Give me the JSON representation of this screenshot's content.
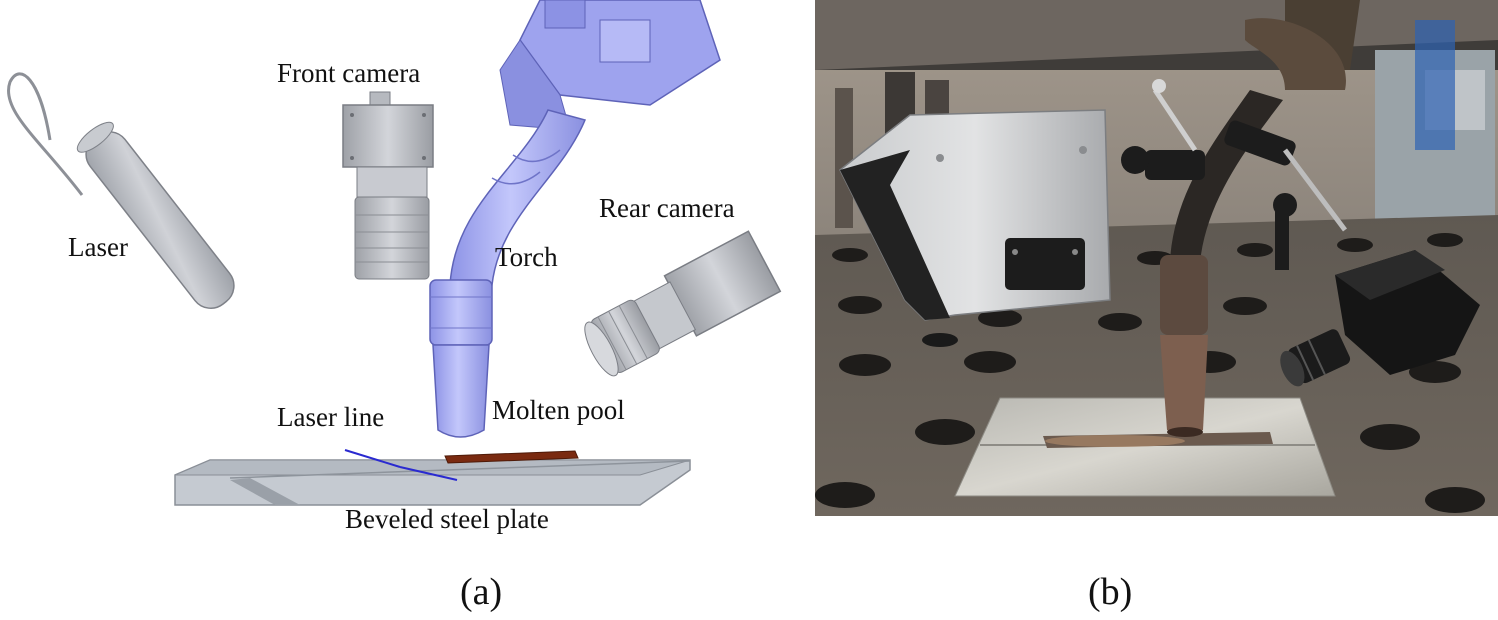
{
  "panel_a": {
    "caption": "(a)",
    "labels": {
      "front_camera": "Front camera",
      "laser": "Laser",
      "torch": "Torch",
      "rear_camera": "Rear camera",
      "laser_line": "Laser line",
      "molten_pool": "Molten pool",
      "plate": "Beveled steel plate"
    }
  },
  "panel_b": {
    "caption": "(b)"
  },
  "colors": {
    "torch": "#a9aef0",
    "camera": "#b9bcc2",
    "plate": "#b4bac2",
    "laser_line": "#2a2ad0",
    "molten_pool": "#7a2a10"
  }
}
